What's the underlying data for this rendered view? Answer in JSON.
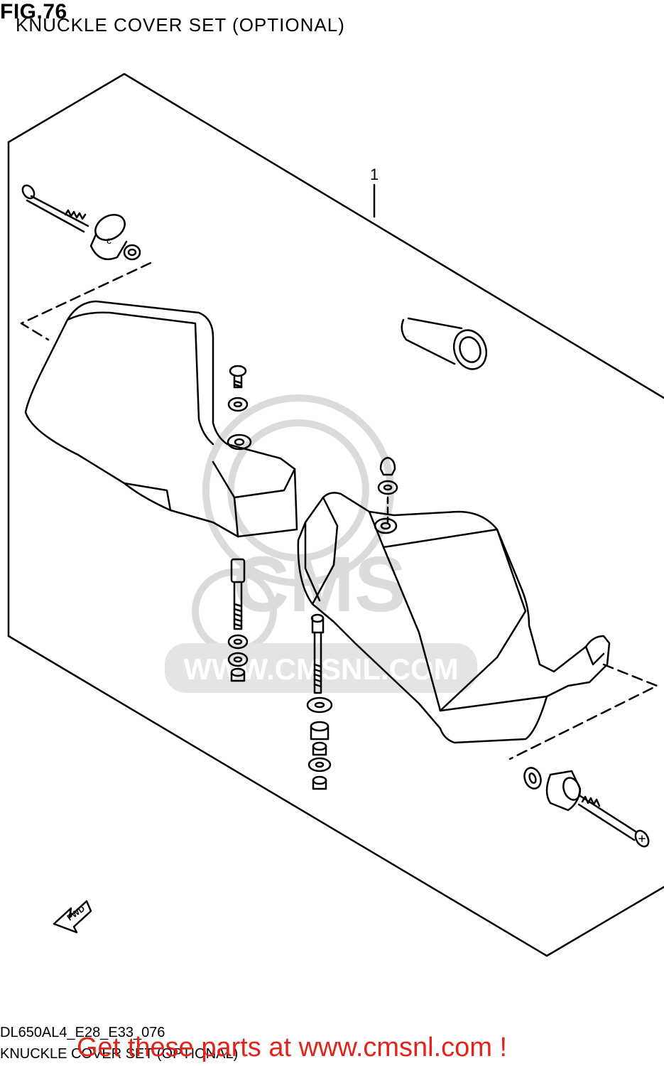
{
  "figure": {
    "number": "FIG.76",
    "title": "KNUCKLE COVER SET (OPTIONAL)"
  },
  "callouts": [
    {
      "label": "1"
    }
  ],
  "fwd_arrow": {
    "text": "FWD"
  },
  "watermark": {
    "text": "CMS",
    "url": "WWW.CMSNL.COM"
  },
  "footer": {
    "code": "DL650AL4_E28_E33_076",
    "title": "KNUCKLE COVER SET (OPTIONAL)",
    "promo": "Get these parts at www.cmsnl.com !"
  }
}
